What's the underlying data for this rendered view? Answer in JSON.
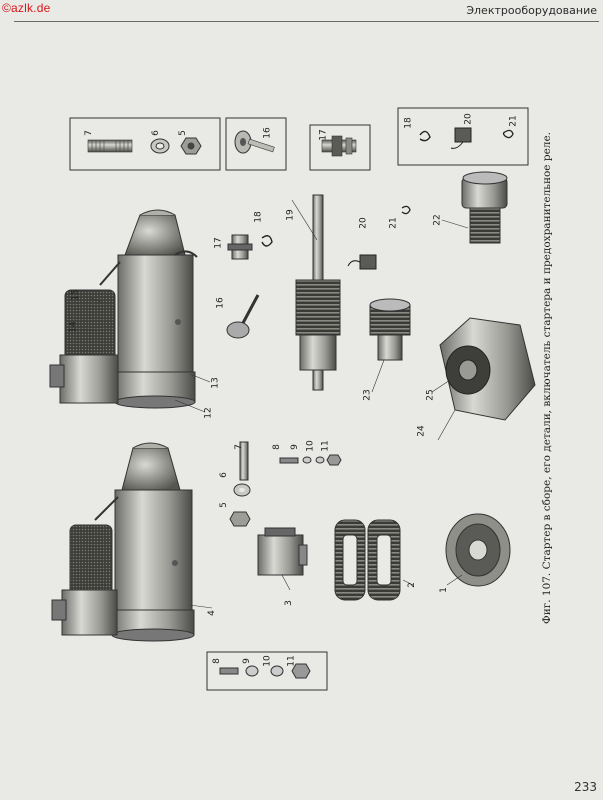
{
  "watermark": "©azlk.de",
  "header": {
    "section_title": "Электрооборудование"
  },
  "caption": "Фиг. 107. Стартер в сборе, его детали, включатель стартера и предохранительное реле.",
  "page_number": "233",
  "part_labels": {
    "n1": "1",
    "n2": "2",
    "n3": "3",
    "n4": "4",
    "n5": "5",
    "n6": "6",
    "n7": "7",
    "n8": "8",
    "n9": "9",
    "n10": "10",
    "n11": "11",
    "n12": "12",
    "n13": "13",
    "n14": "14",
    "n15": "15",
    "n16": "16",
    "n17": "17",
    "n18": "18",
    "n19": "19",
    "n20": "20",
    "n21": "21",
    "n22": "22",
    "n23": "23",
    "n24": "24",
    "n25": "25"
  },
  "inset_labels": {
    "a7": "7",
    "a6": "6",
    "a5": "5",
    "b16": "16",
    "c17": "17",
    "d18": "18",
    "d20": "20",
    "d21": "21",
    "e8": "8",
    "e9": "9",
    "e10": "10",
    "e11": "11"
  }
}
